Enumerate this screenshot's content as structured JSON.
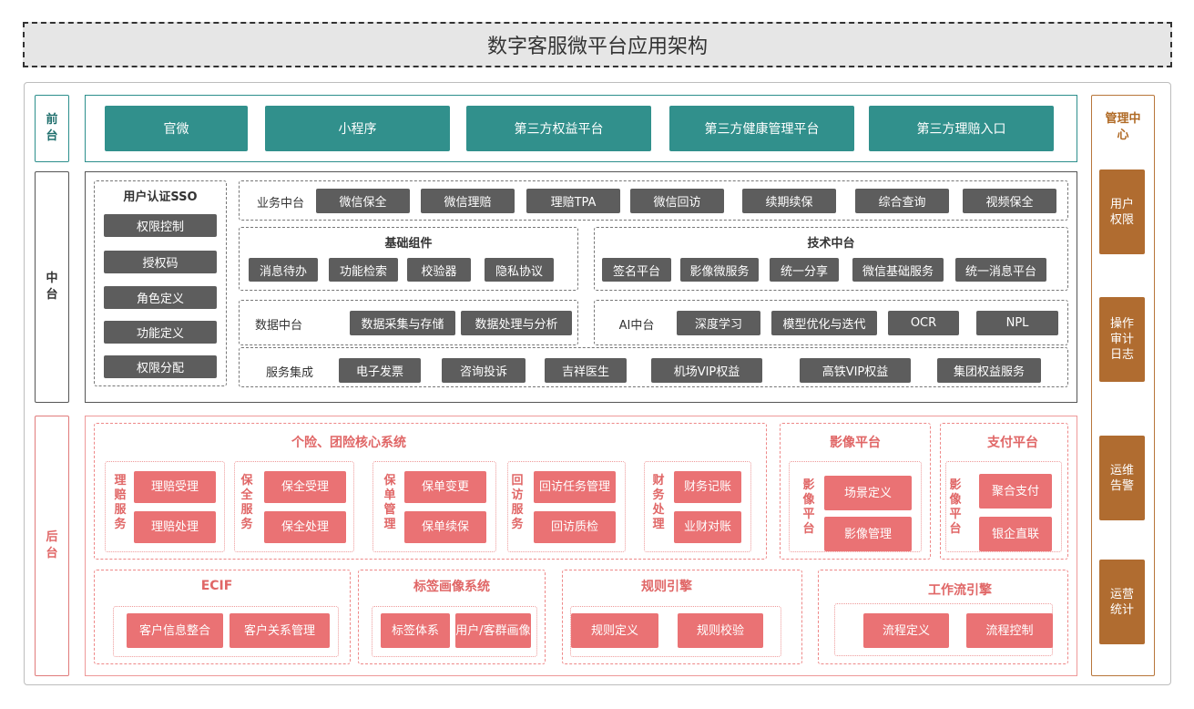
{
  "title": "数字客服微平台应用架构",
  "layers": {
    "front": "前台",
    "middle": "中台",
    "back": "后台"
  },
  "front": {
    "items": [
      "官微",
      "小程序",
      "第三方权益平台",
      "第三方健康管理平台",
      "第三方理赔入口"
    ]
  },
  "middle": {
    "sso": {
      "title": "用户认证SSO",
      "items": [
        "权限控制",
        "授权码",
        "角色定义",
        "功能定义",
        "权限分配"
      ]
    },
    "business": {
      "label": "业务中台",
      "items": [
        "微信保全",
        "微信理赔",
        "理赔TPA",
        "微信回访",
        "续期续保",
        "综合查询",
        "视频保全"
      ]
    },
    "basic": {
      "label": "基础组件",
      "items": [
        "消息待办",
        "功能检索",
        "校验器",
        "隐私协议"
      ]
    },
    "tech": {
      "label": "技术中台",
      "items": [
        "签名平台",
        "影像微服务",
        "统一分享",
        "微信基础服务",
        "统一消息平台"
      ]
    },
    "data": {
      "label": "数据中台",
      "items": [
        "数据采集与存储",
        "数据处理与分析"
      ]
    },
    "ai": {
      "label": "AI中台",
      "items": [
        "深度学习",
        "模型优化与迭代",
        "OCR",
        "NPL"
      ]
    },
    "service": {
      "label": "服务集成",
      "items": [
        "电子发票",
        "咨询投诉",
        "吉祥医生",
        "机场VIP权益",
        "高铁VIP权益",
        "集团权益服务"
      ]
    }
  },
  "back": {
    "core": {
      "title": "个险、团险核心系统",
      "groups": [
        {
          "label": "理赔服务",
          "items": [
            "理赔受理",
            "理赔处理"
          ]
        },
        {
          "label": "保全服务",
          "items": [
            "保全受理",
            "保全处理"
          ]
        },
        {
          "label": "保单管理",
          "items": [
            "保单变更",
            "保单续保"
          ]
        },
        {
          "label": "回访服务",
          "items": [
            "回访任务管理",
            "回访质检"
          ]
        },
        {
          "label": "财务处理",
          "items": [
            "财务记账",
            "业财对账"
          ]
        }
      ]
    },
    "image": {
      "title": "影像平台",
      "label": "影像平台",
      "items": [
        "场景定义",
        "影像管理"
      ]
    },
    "pay": {
      "title": "支付平台",
      "label": "影像平台",
      "items": [
        "聚合支付",
        "银企直联"
      ]
    },
    "ecif": {
      "title": "ECIF",
      "items": [
        "客户信息整合",
        "客户关系管理"
      ]
    },
    "tag": {
      "title": "标签画像系统",
      "items": [
        "标签体系",
        "用户/客群画像"
      ]
    },
    "rule": {
      "title": "规则引擎",
      "items": [
        "规则定义",
        "规则校验"
      ]
    },
    "workflow": {
      "title": "工作流引擎",
      "items": [
        "流程定义",
        "流程控制"
      ]
    }
  },
  "mgmt": {
    "title": "管理中心",
    "items": [
      "用户权限",
      "操作审计日志",
      "运维告警",
      "运营统计"
    ]
  },
  "colors": {
    "teal": "#31908c",
    "gray": "#5d5d5d",
    "red": "#ea7274",
    "brown": "#b06c30"
  }
}
